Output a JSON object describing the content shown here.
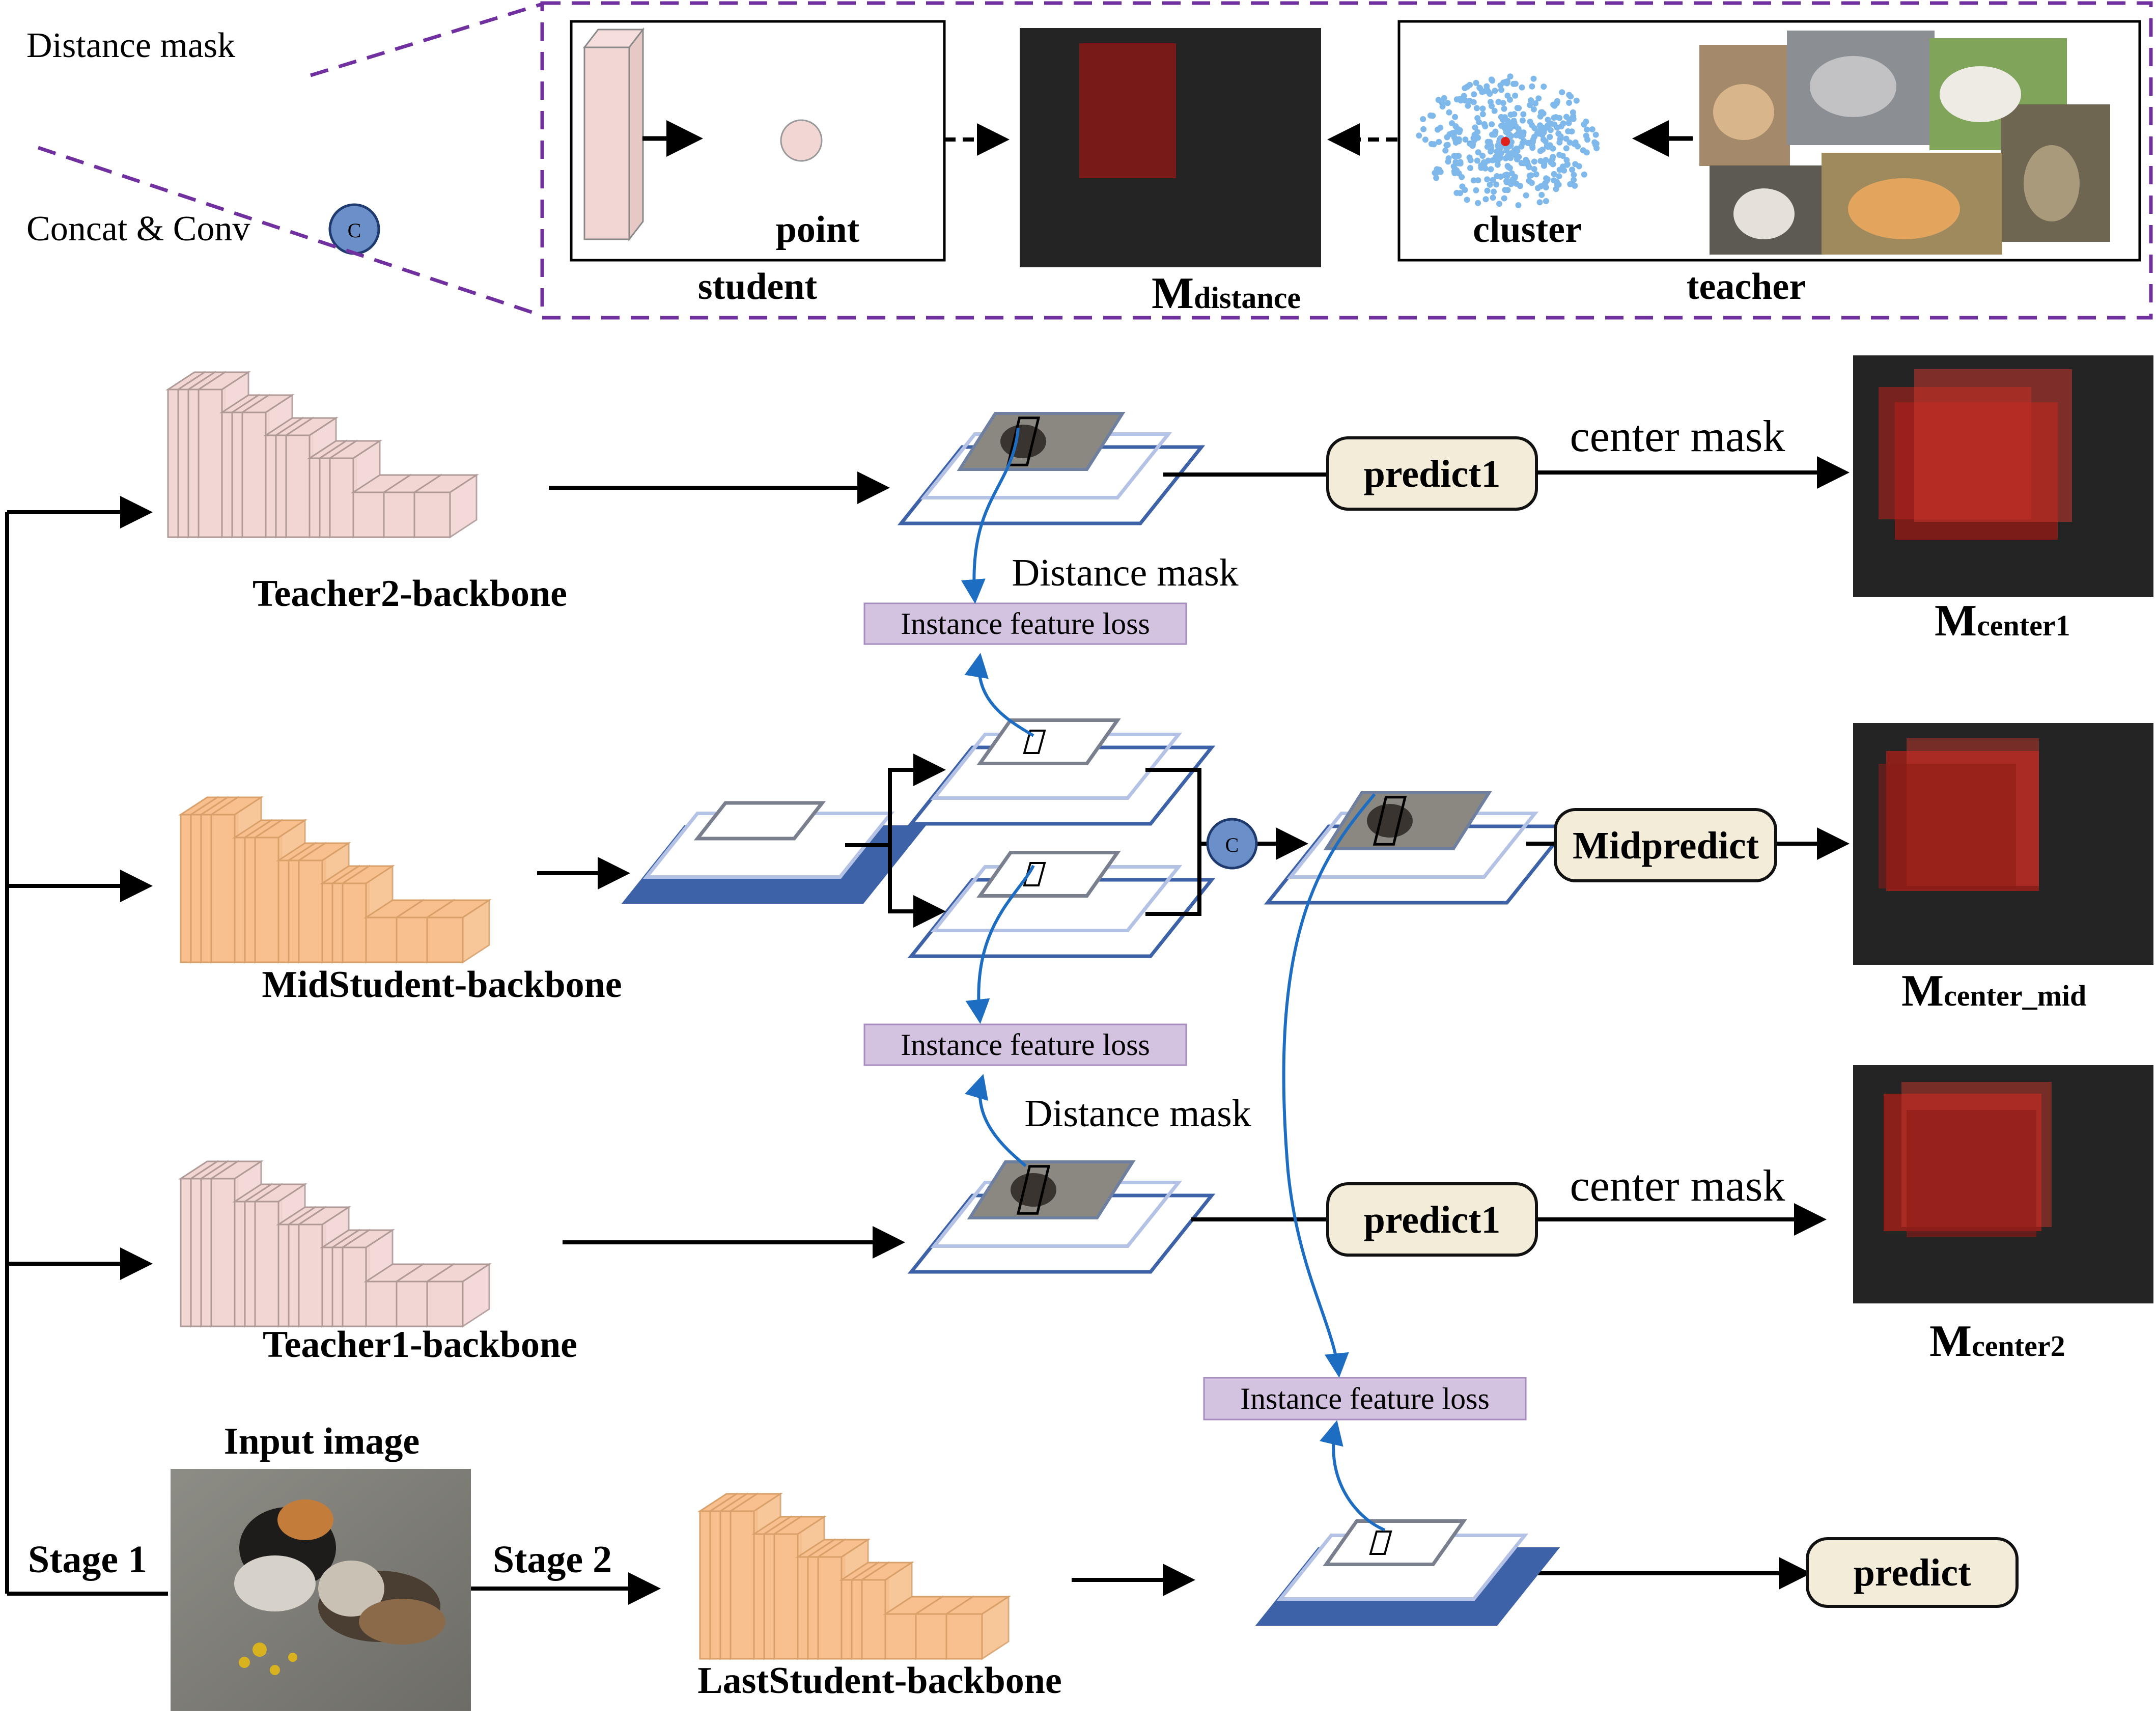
{
  "legend": {
    "distance_mask": "Distance mask",
    "concat_conv": "Concat & Conv",
    "concat_symbol": "C"
  },
  "inset": {
    "point": "point",
    "student": "student",
    "m_distance_main": "M",
    "m_distance_sub": "distance",
    "cluster": "cluster",
    "teacher": "teacher"
  },
  "backbones": {
    "teacher2": "Teacher2-backbone",
    "midstudent": "MidStudent-backbone",
    "teacher1": "Teacher1-backbone",
    "laststudent": "LastStudent-backbone"
  },
  "boxes": {
    "predict1_top": "predict1",
    "midpredict": "Midpredict",
    "predict1_bottom": "predict1",
    "predict": "predict"
  },
  "labels": {
    "center_mask_top": "center mask",
    "center_mask_bottom": "center mask",
    "distance_mask_top": "Distance mask",
    "distance_mask_mid": "Distance mask",
    "ifl_1": "Instance feature loss",
    "ifl_2": "Instance feature loss",
    "ifl_3": "Instance feature loss",
    "input_image": "Input image",
    "stage1": "Stage 1",
    "stage2": "Stage 2"
  },
  "outputs": {
    "center1_main": "M",
    "center1_sub": "center1",
    "center_mid_main": "M",
    "center_mid_sub": "center_mid",
    "center2_main": "M",
    "center2_sub": "center2"
  },
  "colors": {
    "teacher_backbone": "#f2d6d4",
    "student_backbone": "#f7c08e",
    "feature_blue": "#3e62a8",
    "feature_light": "#b4c2e6",
    "loss_box": "#d3c3e0",
    "predict_box": "#f2ecd9",
    "mask_red": "#c01a14",
    "dashed_purple": "#7030a0",
    "flow_arrow": "#1d6dc2"
  }
}
